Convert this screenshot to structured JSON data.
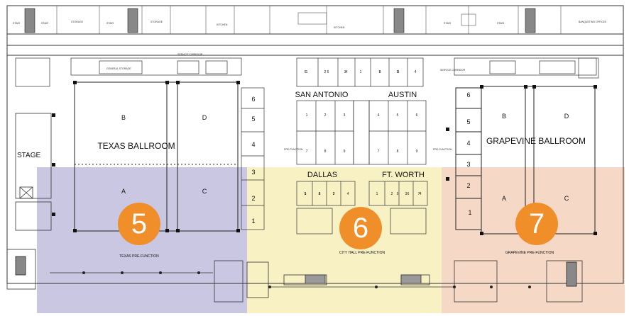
{
  "colors": {
    "zone5": "#C9C7E2",
    "zone6": "#F7F1C4",
    "zone7": "#F6D8C6",
    "marker": "#F08E2A",
    "line": "#4a4a4a",
    "wall": "#1a1a1a"
  },
  "rooms": {
    "stage": "STAGE",
    "texas_ballroom": "TEXAS BALLROOM",
    "grapevine_ballroom": "GRAPEVINE BALLROOM",
    "san_antonio": "SAN ANTONIO",
    "austin": "AUSTIN",
    "dallas": "DALLAS",
    "ft_worth": "FT. WORTH",
    "texas_sections": [
      "B",
      "D",
      "A",
      "C"
    ],
    "grapevine_sections": [
      "B",
      "D",
      "A",
      "C"
    ],
    "left_numbers": [
      "6",
      "5",
      "4",
      "3",
      "2",
      "1"
    ],
    "right_numbers": [
      "6",
      "5",
      "4",
      "3",
      "2",
      "1"
    ],
    "san_antonio_numbers": [
      "6",
      "5",
      "4",
      "3",
      "2",
      "1"
    ],
    "austin_numbers": [
      "1",
      "2",
      "3",
      "4",
      "5",
      "6"
    ],
    "sa_lower_numbers": [
      "1",
      "2",
      "3",
      "7",
      "8",
      "9"
    ],
    "au_lower_numbers": [
      "4",
      "5",
      "6",
      "7",
      "8",
      "9"
    ],
    "dallas_numbers": [
      "1",
      "2",
      "3",
      "4",
      "5",
      "6",
      "7"
    ],
    "ftw_numbers": [
      "1",
      "2",
      "3",
      "4",
      "5",
      "6",
      "7"
    ]
  },
  "prefunction": {
    "texas": "TEXAS PRE-FUNCTION",
    "city_hall": "CITY HALL PRE-FUNCTION",
    "grapevine": "GRAPEVINE PRE-FUNCTION"
  },
  "markers": [
    "5",
    "6",
    "7"
  ],
  "small_labels": {
    "stair": "STAIR",
    "storage": "STORAGE",
    "kitchen": "KITCHEN",
    "general_storage": "GENERAL STORAGE",
    "service_corridor": "SERVICE CORRIDOR",
    "pre_function": "PRE-FUNCTION",
    "banquet_offices": "BANQUETING OFFICES"
  }
}
